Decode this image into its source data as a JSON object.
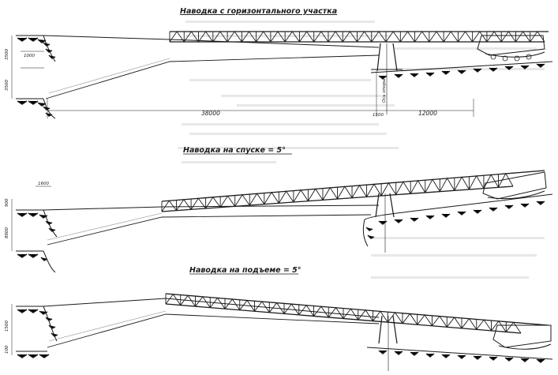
{
  "titles": {
    "horizontal": "Наводка с горизонтального участка",
    "descent": "Наводка на спуске = 5°",
    "ascent": "Наводка на подъеме = 5°"
  },
  "dimensions": {
    "d3500_upper": "3500",
    "d1000": "1000",
    "d3500_lower": "3500",
    "d38000": "38000",
    "d1500": "1500",
    "d12000": "12000",
    "d1600_descent": "1600",
    "d900_descent": "900",
    "d8800_descent": "8800",
    "d1500_ascent": "1500",
    "d100_ascent": "100",
    "support_note": "Ось опоры"
  }
}
